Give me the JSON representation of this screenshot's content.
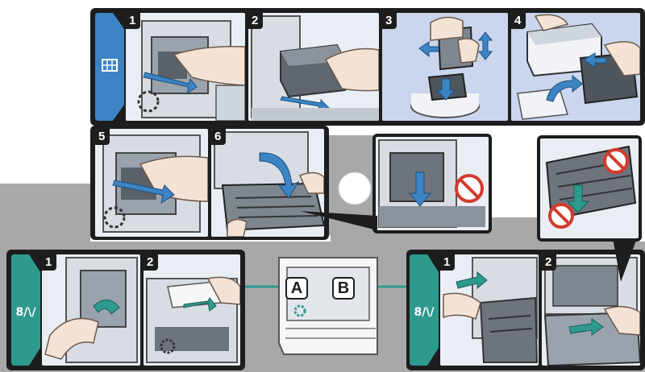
{
  "colors": {
    "background": "#ffffff",
    "gray_band": "#a8a8a8",
    "frame": "#1d1d1d",
    "accent_blue": "#3c84c4",
    "accent_teal": "#2e9a8e",
    "cell_light": "#e9eef4",
    "cell_blue": "#c9d6ee",
    "no_sign_red": "#d33a2e"
  },
  "top_panel": {
    "tab_icon": "toner-cartridge-icon",
    "steps": [
      "1",
      "2",
      "3",
      "4"
    ]
  },
  "middle_panel": {
    "steps": [
      "5",
      "6"
    ]
  },
  "bottom_left_panel": {
    "tab_icon": "paper-jam-icon",
    "steps": [
      "1",
      "2"
    ]
  },
  "bottom_right_panel": {
    "tab_icon": "paper-jam-icon",
    "steps": [
      "1",
      "2"
    ]
  },
  "center_diagram": {
    "label_a": "A",
    "label_b": "B"
  }
}
